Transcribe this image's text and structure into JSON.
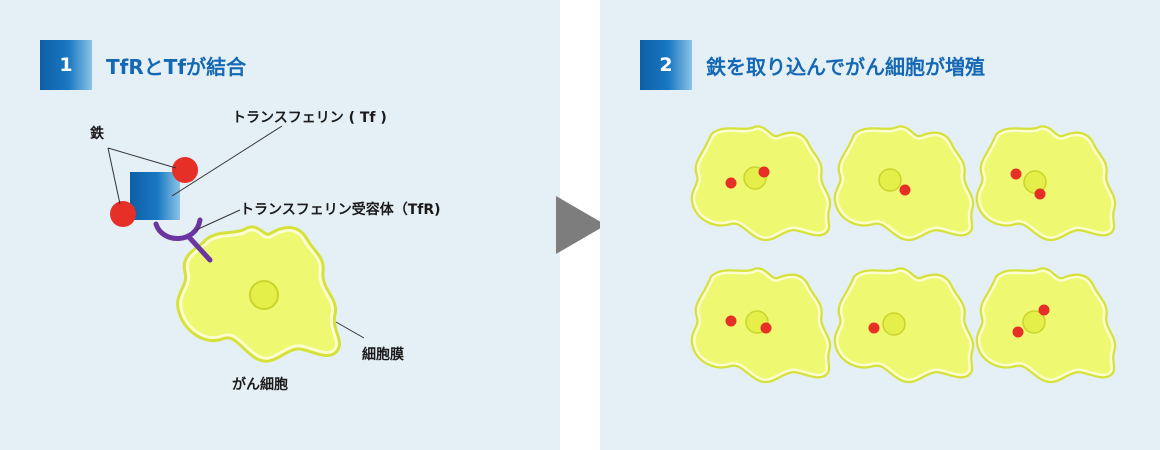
{
  "steps": [
    {
      "number": "1",
      "title": "TfRとTfが結合"
    },
    {
      "number": "2",
      "title": "鉄を取り込んでがん細胞が増殖"
    }
  ],
  "labels": {
    "iron": "鉄",
    "transferrin": "トランスフェリン ( Tf )",
    "receptor": "トランスフェリン受容体（TfR)",
    "membrane": "細胞膜",
    "cancer_cell": "がん細胞"
  },
  "colors": {
    "panel_bg": "#e4eff6",
    "title_blue": "#1468b4",
    "iron_red": "#e63027",
    "receptor_purple": "#6a35a0",
    "cell_fill": "#eef870",
    "cell_border": "#d6e23a",
    "arrow_gray": "#7d7d7d"
  },
  "icons": {
    "flow": "right-triangle-arrow"
  }
}
